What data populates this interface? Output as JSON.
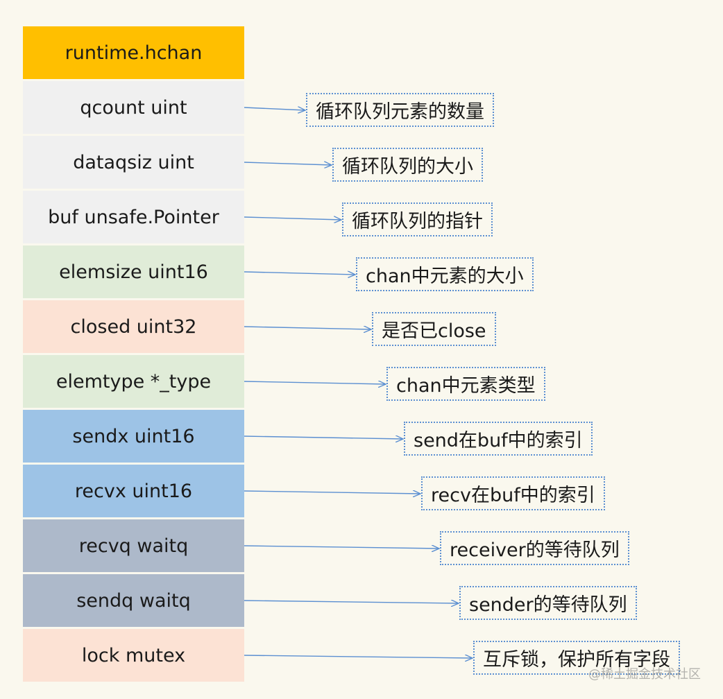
{
  "colors": {
    "background": "#FAF8EE",
    "header": "#FFBF00",
    "gray": "#F0F0F0",
    "green": "#E0ECD8",
    "peach": "#FCE2D4",
    "blue": "#9DC3E6",
    "slate": "#ADB9CA",
    "arrow": "#5B8FD1"
  },
  "struct": {
    "title": "runtime.hchan",
    "fields": [
      {
        "label": "qcount uint",
        "color": "gray",
        "note": "循环队列元素的数量"
      },
      {
        "label": "dataqsiz uint",
        "color": "gray",
        "note": "循环队列的大小"
      },
      {
        "label": "buf unsafe.Pointer",
        "color": "gray",
        "note": "循环队列的指针"
      },
      {
        "label": "elemsize uint16",
        "color": "green",
        "note": "chan中元素的大小"
      },
      {
        "label": "closed uint32",
        "color": "peach",
        "note": "是否已close"
      },
      {
        "label": "elemtype *_type",
        "color": "green",
        "note": "chan中元素类型"
      },
      {
        "label": "sendx uint16",
        "color": "blue",
        "note": "send在buf中的索引"
      },
      {
        "label": "recvx uint16",
        "color": "blue",
        "note": "recv在buf中的索引"
      },
      {
        "label": "recvq waitq",
        "color": "slate",
        "note": "receiver的等待队列"
      },
      {
        "label": "sendq waitq",
        "color": "slate",
        "note": "sender的等待队列"
      },
      {
        "label": "lock mutex",
        "color": "peach",
        "note": "互斥锁，保护所有字段"
      }
    ]
  },
  "watermark": "@稀土掘金技术社区"
}
